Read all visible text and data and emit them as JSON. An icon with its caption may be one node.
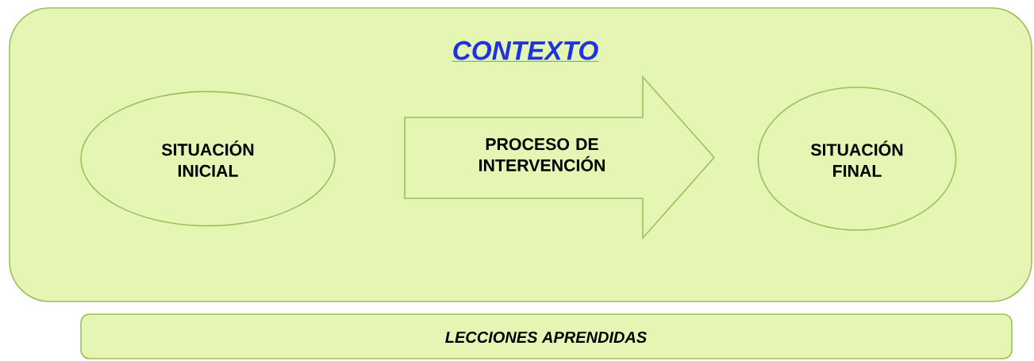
{
  "diagram": {
    "nodes": [
      {
        "text": [
          "CONTEXTO"
        ]
      },
      {
        "text": [
          "SITUACIÓN INICIAL"
        ],
        "in": 0
      },
      {
        "text": [
          "PROCESO DE INTERVENCIÓN"
        ],
        "in": 0
      },
      {
        "text": [
          "SITUACIÓN FINAL"
        ],
        "in": 0
      },
      {
        "text": [
          "LECCIONES APRENDIDAS"
        ]
      }
    ]
  }
}
